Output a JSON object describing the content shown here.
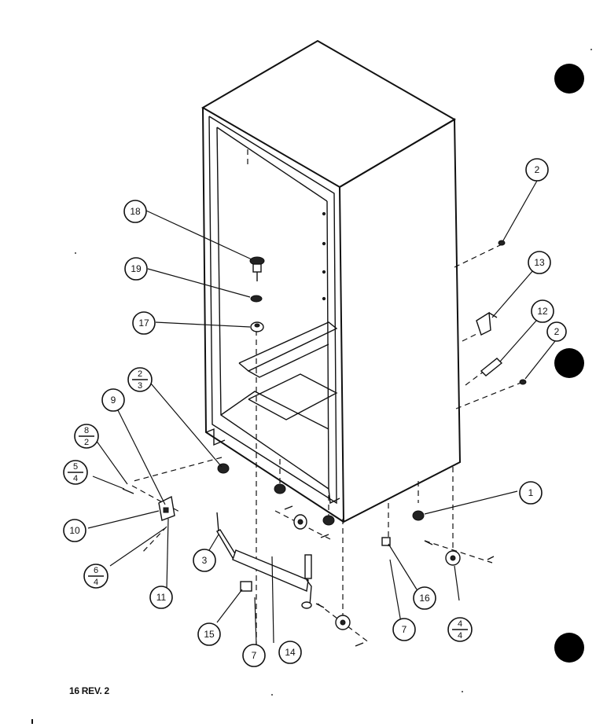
{
  "footer": {
    "label": "16 REV. 2"
  },
  "callouts": {
    "c1": "1",
    "c2a": "2",
    "c2b": "2",
    "c3": "3",
    "c7a": "7",
    "c7b": "7",
    "c9": "9",
    "c10": "10",
    "c11": "11",
    "c12": "12",
    "c13": "13",
    "c14": "14",
    "c15": "15",
    "c16": "16",
    "c17": "17",
    "c18": "18",
    "c19": "19"
  },
  "fractions": {
    "f23": {
      "top": "2",
      "bottom": "3"
    },
    "f82": {
      "top": "8",
      "bottom": "2"
    },
    "f54": {
      "top": "5",
      "bottom": "4"
    },
    "f64": {
      "top": "6",
      "bottom": "4"
    },
    "f44": {
      "top": "4",
      "bottom": "4"
    }
  },
  "colors": {
    "ink": "#111111",
    "background": "#ffffff"
  }
}
